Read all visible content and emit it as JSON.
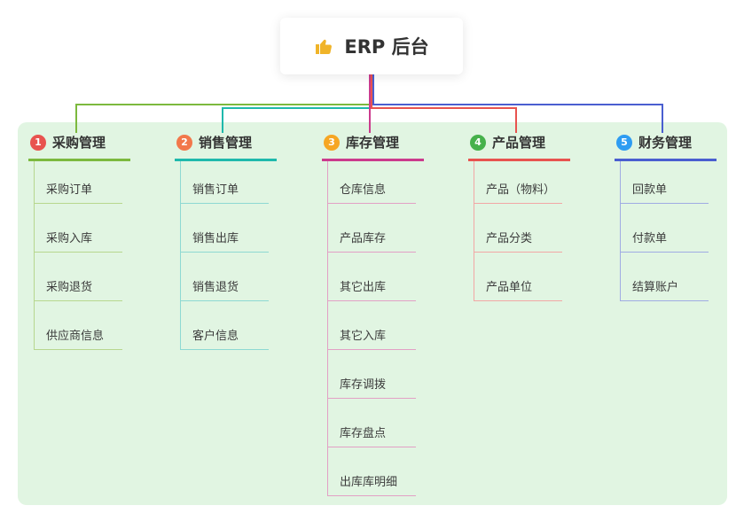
{
  "root": {
    "label": "ERP 后台",
    "icon": "thumbs-up",
    "icon_color": "#f0b429"
  },
  "canvas": {
    "background": "#ffffff",
    "panel_color": "#e1f5e2"
  },
  "branches": [
    {
      "name": "采购管理",
      "badge": "1",
      "badge_color": "#e8534f",
      "line_color": "#7cb93e",
      "child_line_color": "#b7d78e",
      "children": [
        "采购订单",
        "采购入库",
        "采购退货",
        "供应商信息"
      ]
    },
    {
      "name": "销售管理",
      "badge": "2",
      "badge_color": "#f2784b",
      "line_color": "#1fb9ac",
      "child_line_color": "#8ed9d2",
      "children": [
        "销售订单",
        "销售出库",
        "销售退货",
        "客户信息"
      ]
    },
    {
      "name": "库存管理",
      "badge": "3",
      "badge_color": "#f6a623",
      "line_color": "#cb3b8d",
      "child_line_color": "#e2a0c5",
      "children": [
        "仓库信息",
        "产品库存",
        "其它出库",
        "其它入库",
        "库存调拨",
        "库存盘点",
        "出库库明细"
      ]
    },
    {
      "name": "产品管理",
      "badge": "4",
      "badge_color": "#46b14b",
      "line_color": "#e8534f",
      "child_line_color": "#f2a7a5",
      "children": [
        "产品（物料）",
        "产品分类",
        "产品单位"
      ]
    },
    {
      "name": "财务管理",
      "badge": "5",
      "badge_color": "#2e9cf2",
      "line_color": "#4a5fd0",
      "child_line_color": "#a0abe3",
      "children": [
        "回款单",
        "付款单",
        "结算账户"
      ]
    }
  ]
}
